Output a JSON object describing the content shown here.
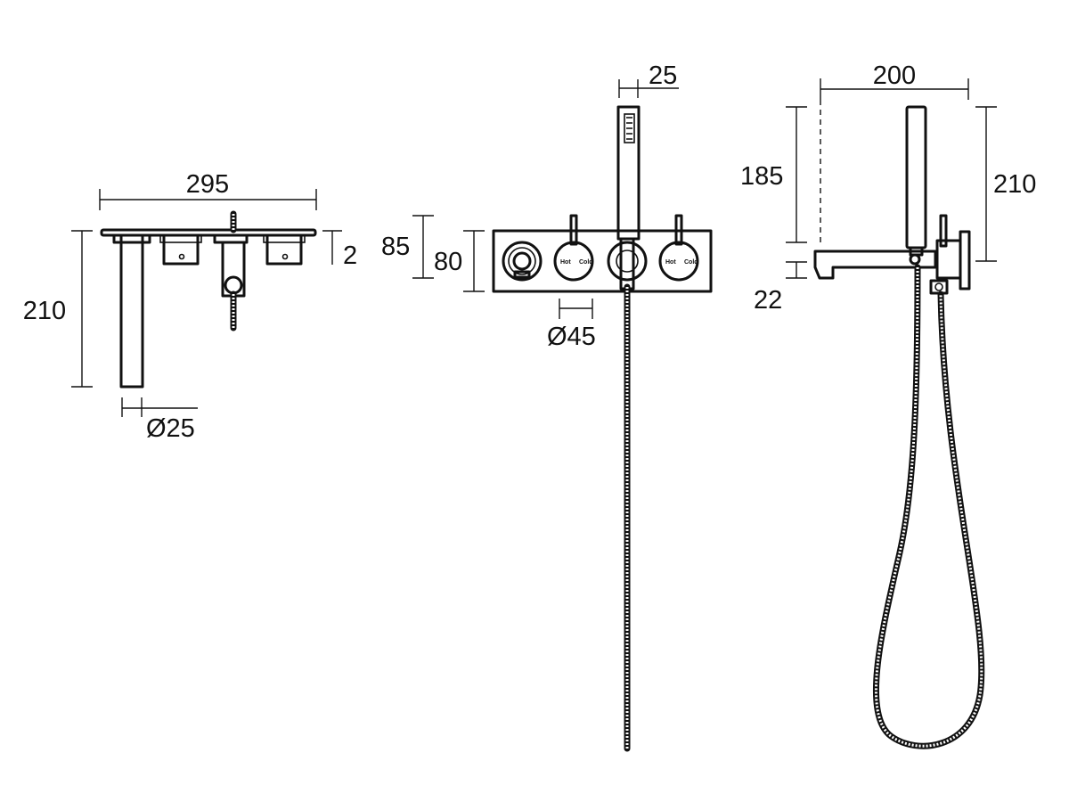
{
  "dimensions": {
    "spout_view": {
      "overall_width": "295",
      "spout_height": "210",
      "plate_thickness": "2",
      "spout_diameter": "Ø25"
    },
    "front_view": {
      "handset_width": "25",
      "plate_height_outer": "85",
      "plate_height_inner": "80",
      "handle_diameter": "Ø45"
    },
    "side_view": {
      "projection": "200",
      "handset_height_left": "185",
      "handset_height_right": "210",
      "spout_drop": "22"
    }
  },
  "handle_labels": {
    "hot": "Hot",
    "cold": "Cold"
  }
}
